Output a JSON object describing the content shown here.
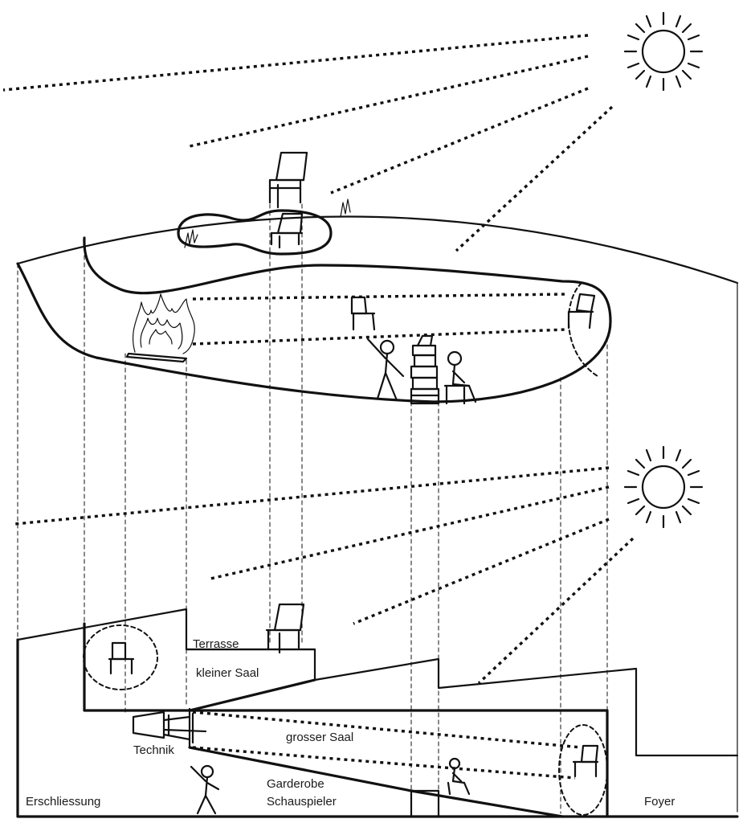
{
  "labels": {
    "terrasse": "Terrasse",
    "kleiner_saal": "kleiner Saal",
    "grosser_saal": "grosser Saal",
    "technik": "Technik",
    "garderobe": "Garderobe",
    "schauspieler": "Schauspieler",
    "erschliessung": "Erschliessung",
    "foyer": "Foyer"
  },
  "icons": [
    "sun-icon",
    "chair-icon",
    "fire-icon",
    "stick-figure-icon",
    "seated-figure-icon",
    "stacked-books-icon",
    "projector-icon"
  ],
  "ink_color": "#111111"
}
